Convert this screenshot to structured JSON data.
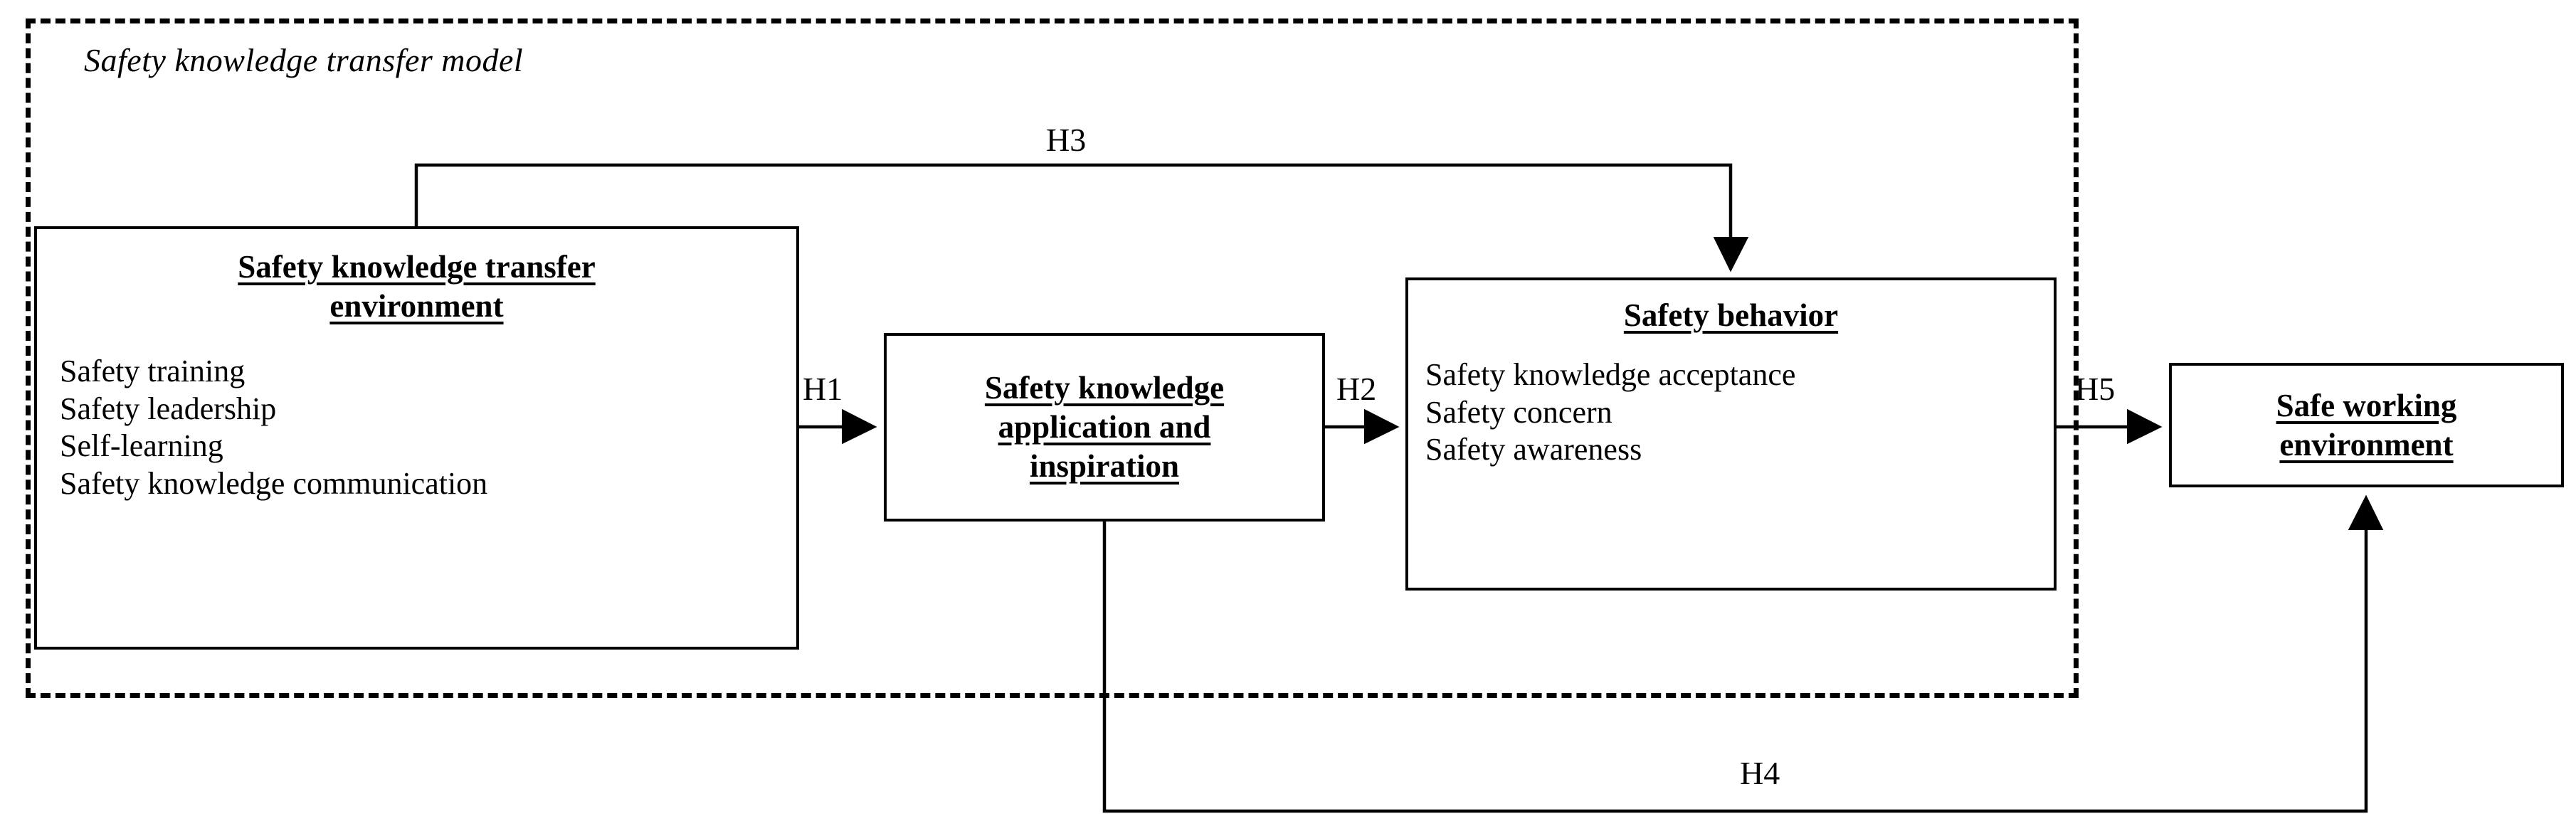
{
  "diagram": {
    "container": {
      "label": "Safety knowledge transfer model",
      "style": "dashed"
    },
    "nodes": [
      {
        "id": "safety-knowledge-transfer-environment",
        "title": "Safety knowledge transfer\nenvironment",
        "items": [
          "Safety training",
          "Safety leadership",
          "Self-learning",
          "Safety knowledge  communication"
        ]
      },
      {
        "id": "safety-knowledge-application-and-inspiration",
        "title": "Safety knowledge\napplication  and\ninspiration",
        "items": []
      },
      {
        "id": "safety-behavior",
        "title": "Safety behavior",
        "items": [
          "Safety knowledge  acceptance",
          "Safety concern",
          "Safety awareness"
        ]
      },
      {
        "id": "safe-working-environment",
        "title": "Safe working\nenvironment",
        "items": []
      }
    ],
    "edges": [
      {
        "id": "h1",
        "label": "H1",
        "from": "safety-knowledge-transfer-environment",
        "to": "safety-knowledge-application-and-inspiration"
      },
      {
        "id": "h2",
        "label": "H2",
        "from": "safety-knowledge-application-and-inspiration",
        "to": "safety-behavior"
      },
      {
        "id": "h3",
        "label": "H3",
        "from": "safety-knowledge-transfer-environment",
        "to": "safety-behavior"
      },
      {
        "id": "h4",
        "label": "H4",
        "from": "safety-knowledge-application-and-inspiration",
        "to": "safe-working-environment"
      },
      {
        "id": "h5",
        "label": "H5",
        "from": "safety-behavior",
        "to": "safe-working-environment"
      }
    ],
    "colors": {
      "stroke": "#000000",
      "background": "#ffffff"
    }
  }
}
